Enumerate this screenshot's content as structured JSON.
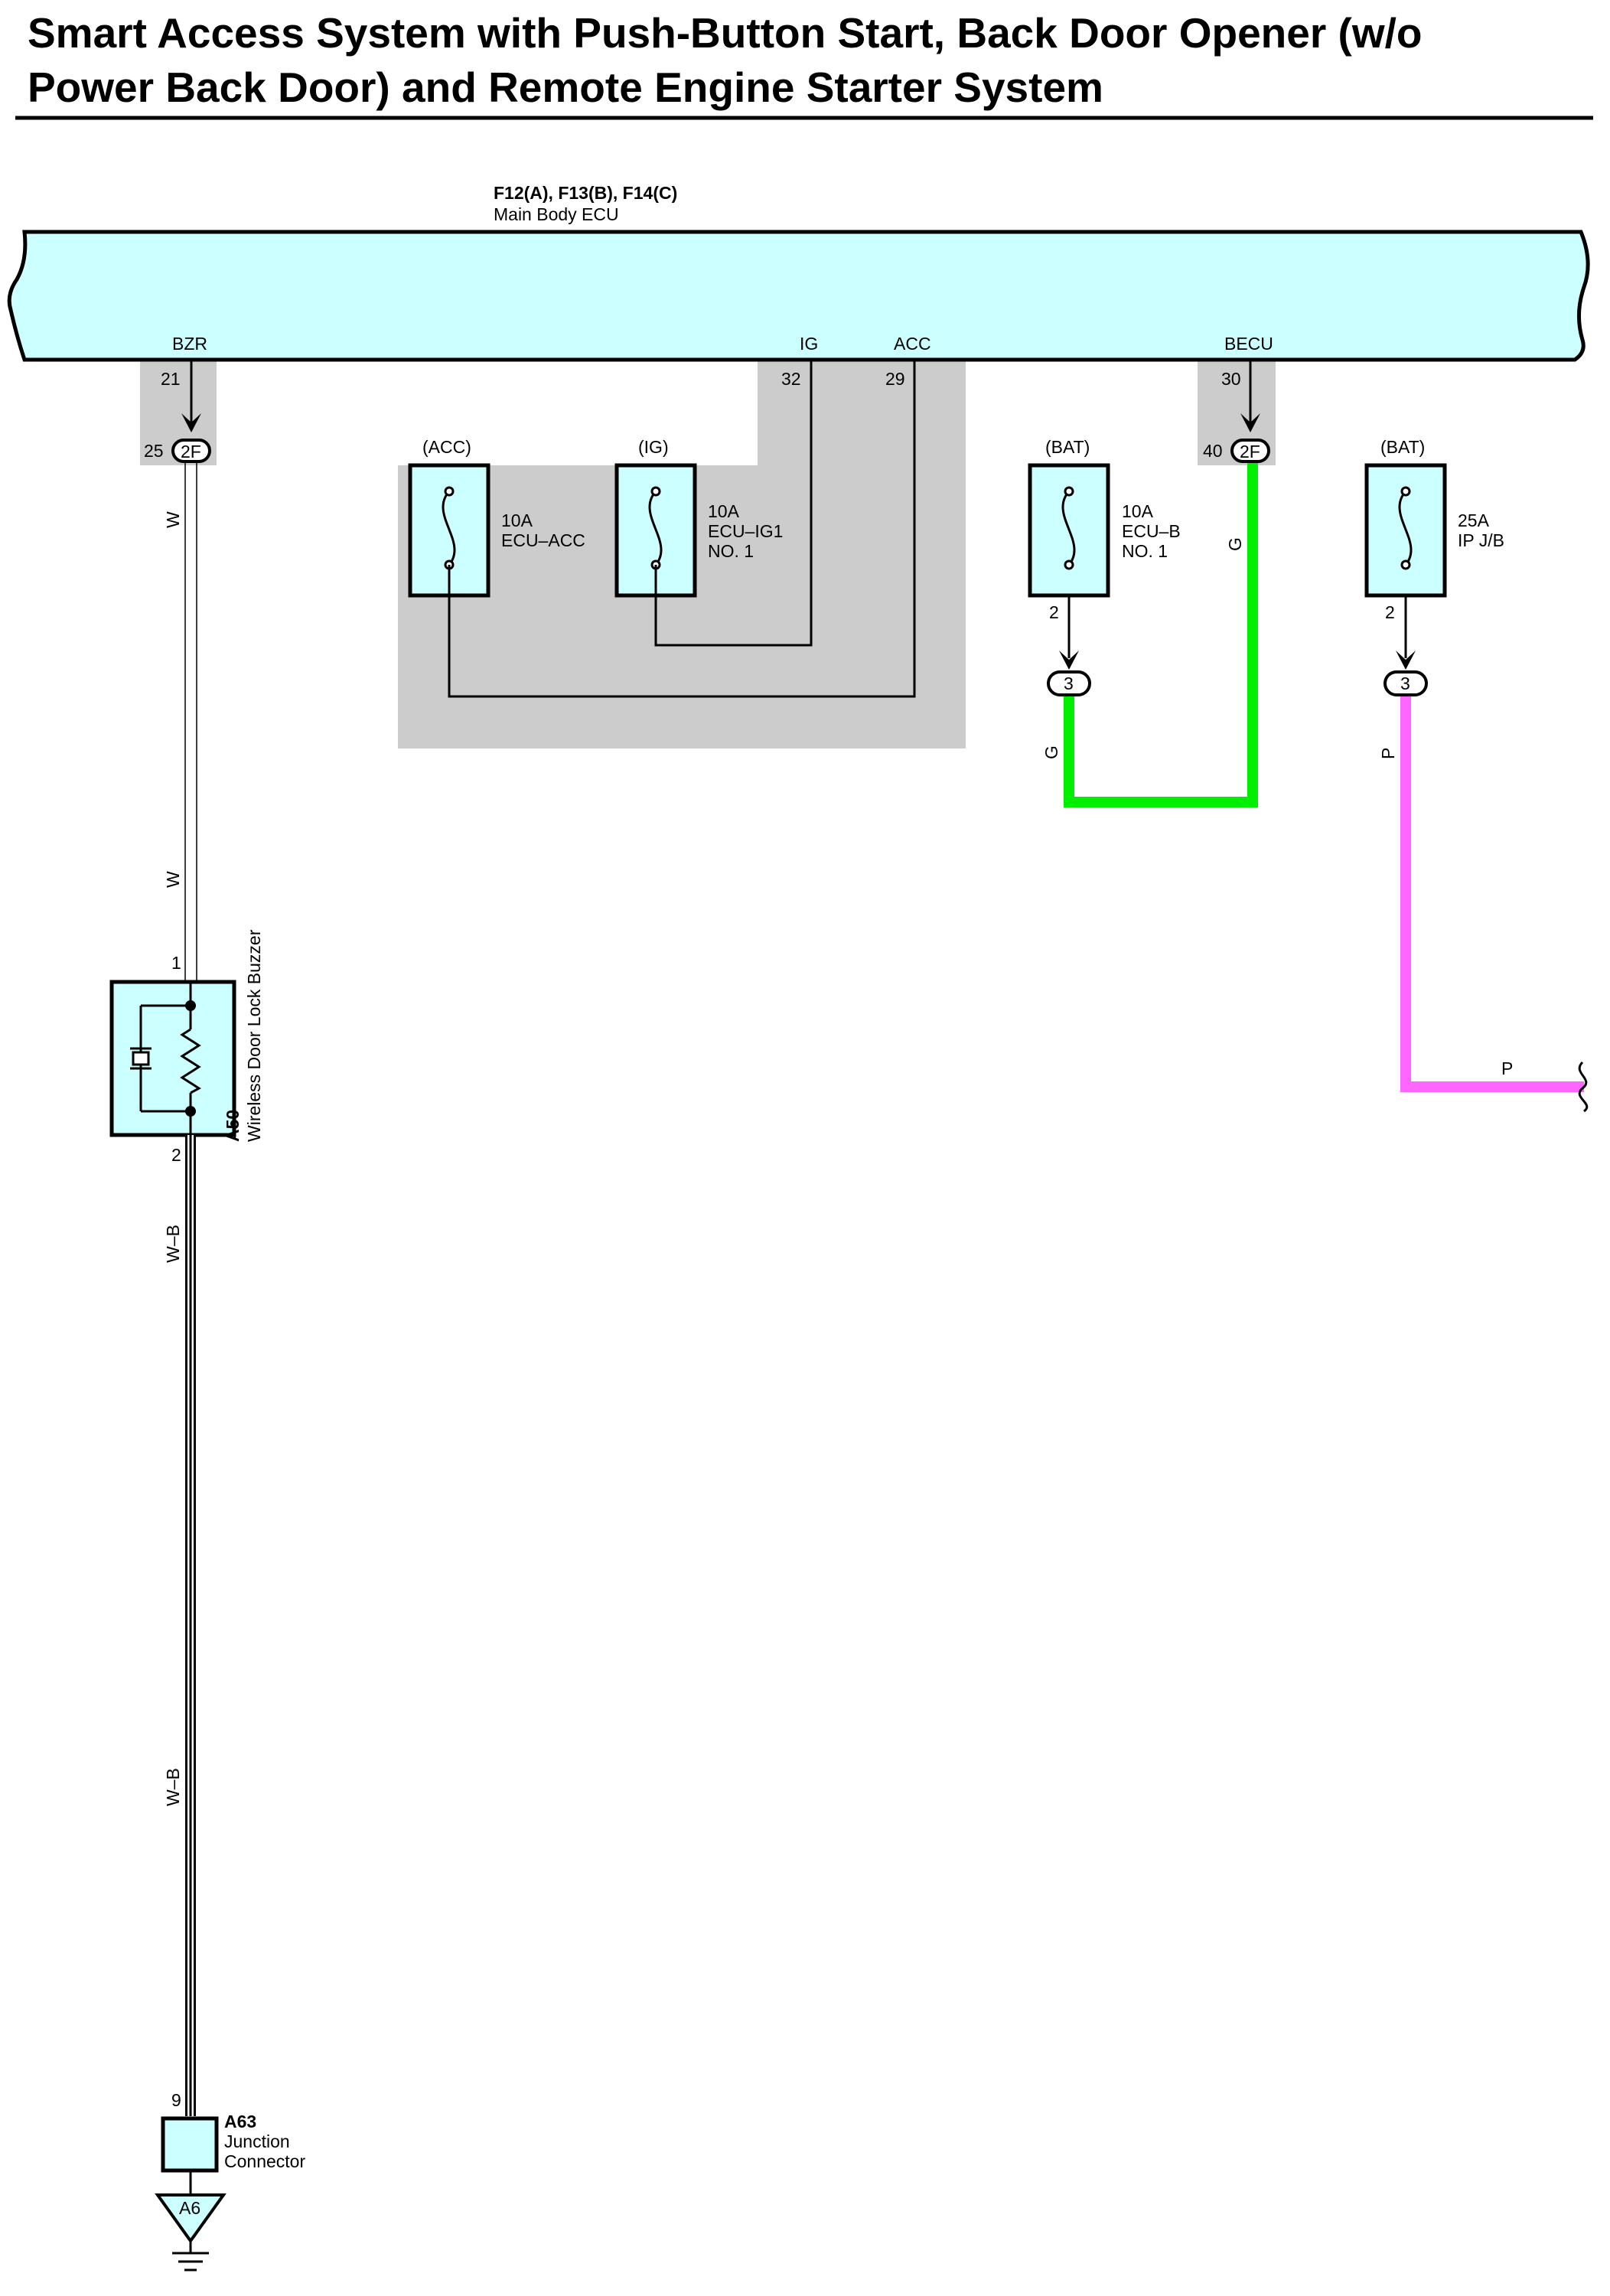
{
  "title": {
    "line1": "Smart Access System with Push-Button Start, Back Door Opener (w/o",
    "line2": "Power Back Door) and Remote Engine Starter System"
  },
  "ecu": {
    "connectors": "F12(A), F13(B), F14(C)",
    "name": "Main Body ECU",
    "terminals": [
      {
        "name": "BZR",
        "pin": "21"
      },
      {
        "name": "IG",
        "pin": "32"
      },
      {
        "name": "ACC",
        "pin": "29"
      },
      {
        "name": "BECU",
        "pin": "30"
      }
    ]
  },
  "junction_block": {
    "label": "2F",
    "left_pin": "25",
    "right_pin": "40"
  },
  "fuses": [
    {
      "supply": "(ACC)",
      "rating": "10A",
      "name": "ECU–ACC",
      "name2": ""
    },
    {
      "supply": "(IG)",
      "rating": "10A",
      "name": "ECU–IG1",
      "name2": "NO. 1"
    },
    {
      "supply": "(BAT)",
      "rating": "10A",
      "name": "ECU–B",
      "name2": "NO. 1",
      "pin": "2",
      "connector": "3"
    },
    {
      "supply": "(BAT)",
      "rating": "25A",
      "name": "IP J/B",
      "name2": "",
      "pin": "2",
      "connector": "3"
    }
  ],
  "wires": {
    "w1": "W",
    "w2": "W",
    "wb1": "W–B",
    "wb2": "W–B",
    "g1": "G",
    "g2": "G",
    "p1": "P",
    "p2": "P"
  },
  "buzzer": {
    "id": "A50",
    "name": "Wireless Door Lock Buzzer",
    "pin_top": "1",
    "pin_bottom": "2"
  },
  "junction_connector": {
    "id": "A63",
    "line1": "Junction",
    "line2": "Connector",
    "pin": "9",
    "ground": "A6"
  },
  "colors": {
    "component_fill": "#ccffff",
    "shade": "#cccccc",
    "wire_green": "#00ee00",
    "wire_pink": "#ff66ff"
  }
}
